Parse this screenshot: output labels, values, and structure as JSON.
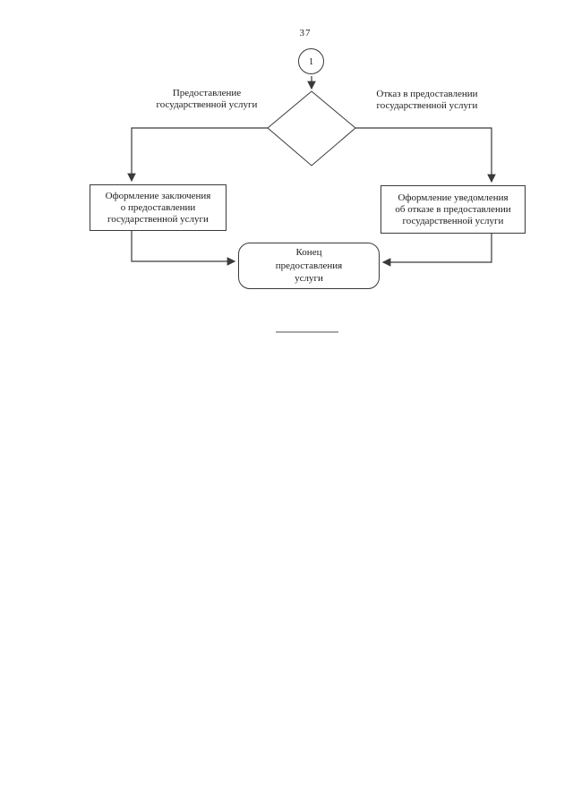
{
  "page": {
    "number": "37",
    "background": "#ffffff"
  },
  "colors": {
    "line": "#3a3a3a",
    "separator": "#a8a8a8",
    "text": "#1c1c1c"
  },
  "flowchart": {
    "start_connector": {
      "type": "off-page-connector-circle",
      "label": "1"
    },
    "decision": {
      "type": "diamond",
      "label": ""
    },
    "branch_labels": {
      "left": {
        "lines": [
          "Предоставление",
          "государственной услуги"
        ]
      },
      "right": {
        "lines": [
          "Отказ в предоставлении",
          "государственной услуги"
        ]
      }
    },
    "nodes": {
      "left_process": {
        "type": "process",
        "lines": [
          "Оформление заключения",
          "о предоставлении",
          "государственной услуги"
        ]
      },
      "right_process": {
        "type": "process",
        "lines": [
          "Оформление уведомления",
          "об отказе в предоставлении",
          "государственной услуги"
        ]
      },
      "end": {
        "type": "terminator",
        "lines": [
          "Конец",
          "предоставления",
          "услуги"
        ]
      }
    },
    "edges": [
      {
        "from": "start_connector",
        "to": "decision"
      },
      {
        "from": "decision",
        "to": "left_process",
        "label_ref": "branch_labels.left"
      },
      {
        "from": "decision",
        "to": "right_process",
        "label_ref": "branch_labels.right"
      },
      {
        "from": "left_process",
        "to": "end"
      },
      {
        "from": "right_process",
        "to": "end"
      }
    ]
  }
}
